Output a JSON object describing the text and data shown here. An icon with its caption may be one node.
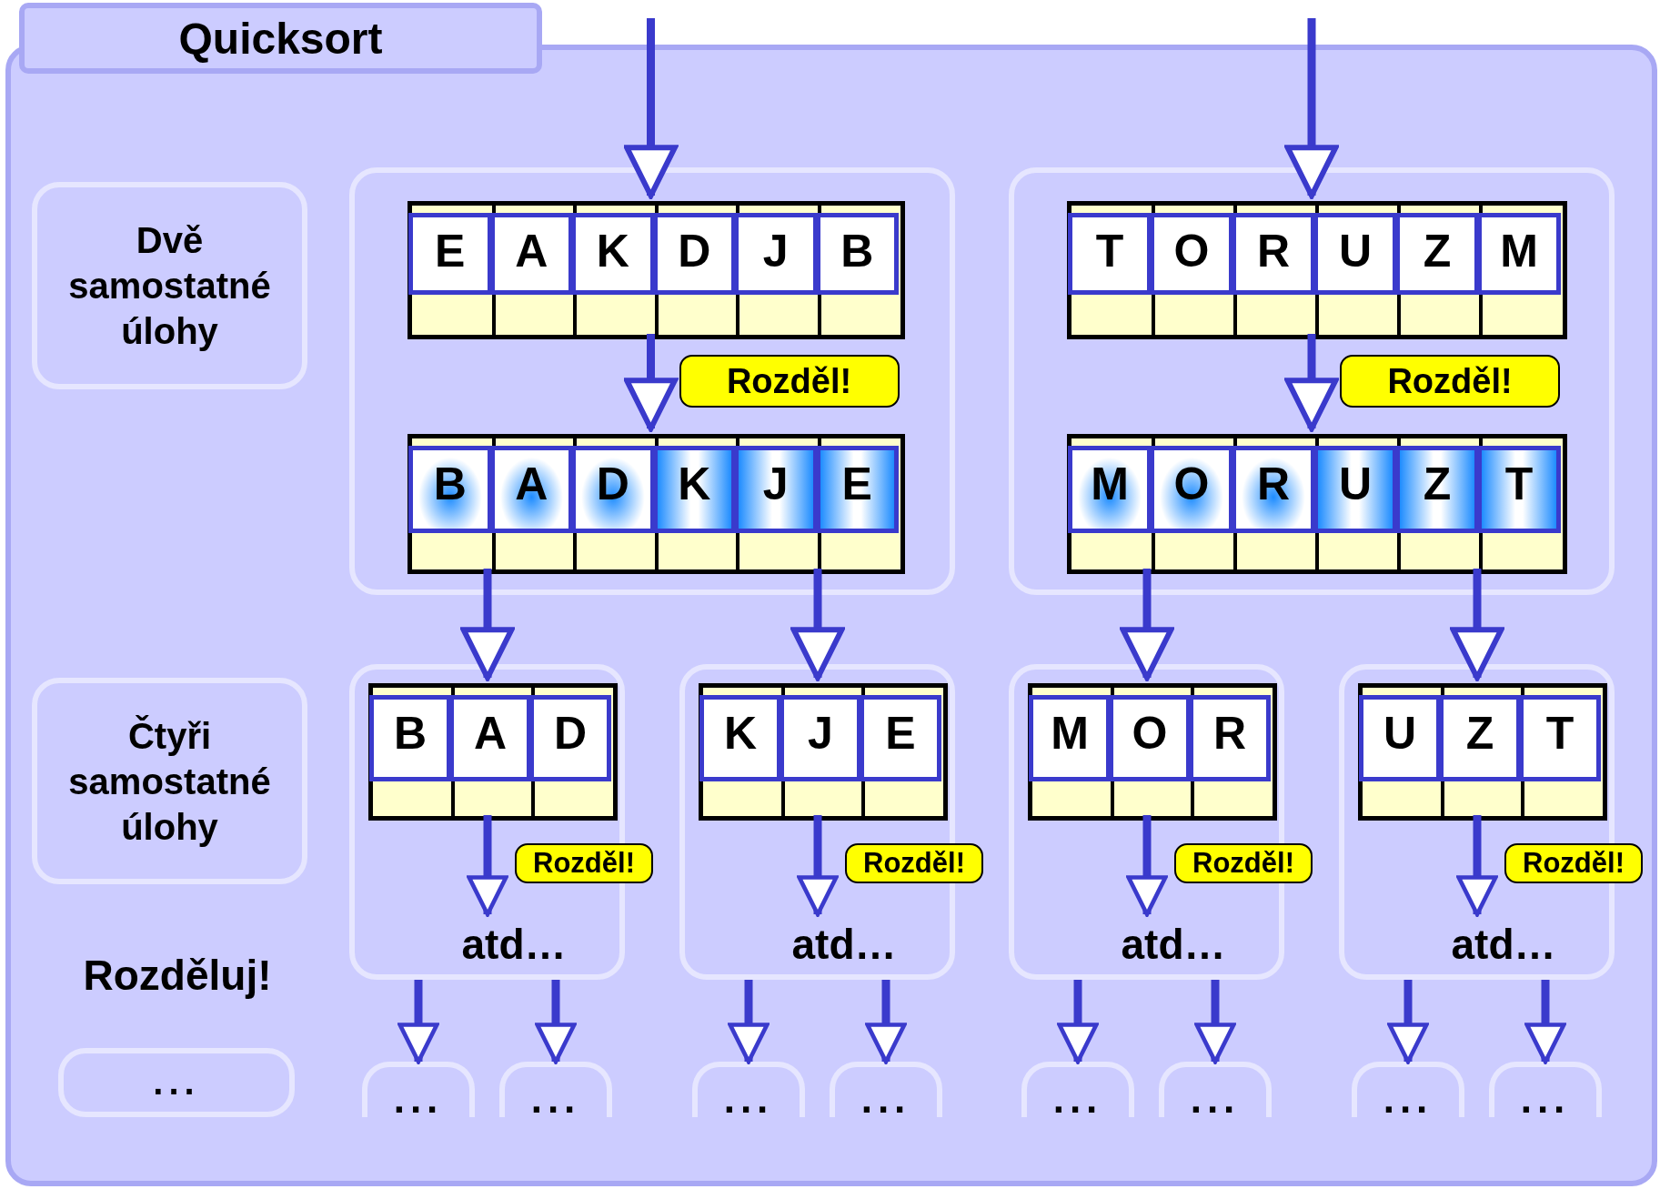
{
  "diagram": {
    "nodes": [
      {
        "text": [
          "Quicksort"
        ]
      },
      {
        "text": [
          "Dvě samostatné úlohy"
        ],
        "in": 0
      },
      {
        "text": [],
        "shape": "box",
        "in": 0
      },
      {
        "text": [
          "E",
          "A",
          "K",
          "D",
          "J",
          "B"
        ],
        "in": 2
      },
      {
        "text": [
          "B",
          "A",
          "D",
          "K",
          "J",
          "E"
        ],
        "in": 2
      },
      {
        "text": [],
        "shape": "box",
        "in": 0
      },
      {
        "text": [
          "T",
          "O",
          "R",
          "U",
          "Z",
          "M"
        ],
        "in": 5
      },
      {
        "text": [
          "M",
          "O",
          "R",
          "U",
          "Z",
          "T"
        ],
        "in": 5
      },
      {
        "text": [
          "Čtyři samostatné úlohy"
        ],
        "in": 0
      },
      {
        "text": [],
        "shape": "box",
        "in": 0
      },
      {
        "text": [
          "B",
          "A",
          "D"
        ],
        "in": 9
      },
      {
        "text": [
          "atd…"
        ],
        "in": 9
      },
      {
        "text": [],
        "shape": "box",
        "in": 0
      },
      {
        "text": [
          "K",
          "J",
          "E"
        ],
        "in": 12
      },
      {
        "text": [
          "atd…"
        ],
        "in": 12
      },
      {
        "text": [],
        "shape": "box",
        "in": 0
      },
      {
        "text": [
          "M",
          "O",
          "R"
        ],
        "in": 15
      },
      {
        "text": [
          "atd…"
        ],
        "in": 15
      },
      {
        "text": [],
        "shape": "box",
        "in": 0
      },
      {
        "text": [
          "U",
          "Z",
          "T"
        ],
        "in": 18
      },
      {
        "text": [
          "atd…"
        ],
        "in": 18
      },
      {
        "text": [
          "..."
        ],
        "in": 0
      },
      {
        "text": [
          "..."
        ],
        "in": 0
      },
      {
        "text": [
          "..."
        ],
        "in": 0
      },
      {
        "text": [
          "..."
        ],
        "in": 0
      },
      {
        "text": [
          "..."
        ],
        "in": 0
      },
      {
        "text": [
          "..."
        ],
        "in": 0
      },
      {
        "text": [
          "..."
        ],
        "in": 0
      },
      {
        "text": [
          "..."
        ],
        "in": 0
      },
      {
        "text": [
          "..."
        ],
        "in": 0
      }
    ],
    "edges": [
      {
        "from": null,
        "to": 3,
        "arrow": "to"
      },
      {
        "from": null,
        "to": 6,
        "arrow": "to"
      },
      {
        "from": 3,
        "to": 4,
        "arrow": "to",
        "label": "Rozděl!"
      },
      {
        "from": 6,
        "to": 7,
        "arrow": "to",
        "label": "Rozděl!"
      },
      {
        "from": 4,
        "to": 10,
        "arrow": "to"
      },
      {
        "from": 4,
        "to": 13,
        "arrow": "to"
      },
      {
        "from": 7,
        "to": 16,
        "arrow": "to"
      },
      {
        "from": 7,
        "to": 19,
        "arrow": "to"
      },
      {
        "from": 10,
        "to": 11,
        "arrow": "to",
        "label": "Rozděl!"
      },
      {
        "from": 13,
        "to": 14,
        "arrow": "to",
        "label": "Rozděl!"
      },
      {
        "from": 16,
        "to": 17,
        "arrow": "to",
        "label": "Rozděl!"
      },
      {
        "from": 19,
        "to": 20,
        "arrow": "to",
        "label": "Rozděl!"
      },
      {
        "from": 9,
        "to": 22,
        "arrow": "to"
      },
      {
        "from": 9,
        "to": 23,
        "arrow": "to"
      },
      {
        "from": 12,
        "to": 24,
        "arrow": "to"
      },
      {
        "from": 12,
        "to": 25,
        "arrow": "to"
      },
      {
        "from": 15,
        "to": 26,
        "arrow": "to"
      },
      {
        "from": 15,
        "to": 27,
        "arrow": "to"
      },
      {
        "from": 18,
        "to": 28,
        "arrow": "to"
      },
      {
        "from": 18,
        "to": 29,
        "arrow": "to"
      }
    ],
    "labels": [
      "Rozděluj!"
    ]
  }
}
